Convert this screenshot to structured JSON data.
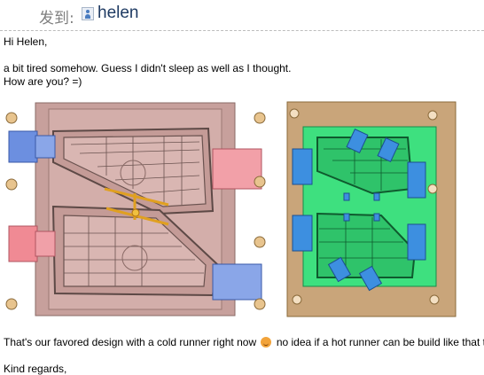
{
  "header": {
    "to_label": "发到:",
    "contact_name": "helen",
    "contact_icon": "contact-card-icon"
  },
  "message": {
    "greeting": "Hi Helen,",
    "line1": "a bit tired somehow. Guess I didn't sleep as well as I thought.",
    "line2": "How are you? =)",
    "line3_before": "That's our favored design with a cold runner right now",
    "line3_after": "no idea if a hot runner can be build like that too.",
    "closing": "Kind regards,"
  },
  "images": {
    "left": "mold-design-pink-image",
    "right": "mold-design-green-image",
    "emoji": "smiley-emoji-icon"
  },
  "colors": {
    "mold_pink": "#caa39f",
    "mold_green": "#28d38a",
    "mold_blue": "#3d8fe0",
    "mold_tan": "#c9a57a"
  }
}
